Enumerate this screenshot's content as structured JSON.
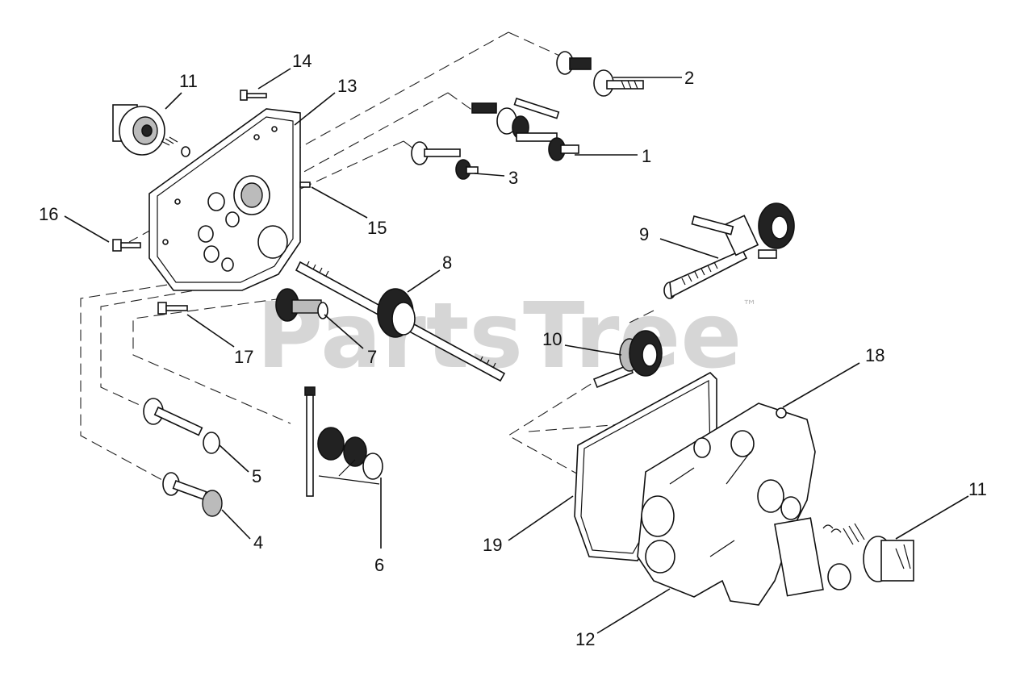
{
  "watermark": {
    "text": "PartsTree",
    "trademark": "™"
  },
  "callouts": [
    {
      "id": "c1",
      "label": "1"
    },
    {
      "id": "c2",
      "label": "2"
    },
    {
      "id": "c3",
      "label": "3"
    },
    {
      "id": "c4",
      "label": "4"
    },
    {
      "id": "c5",
      "label": "5"
    },
    {
      "id": "c6",
      "label": "6"
    },
    {
      "id": "c7",
      "label": "7"
    },
    {
      "id": "c8",
      "label": "8"
    },
    {
      "id": "c9",
      "label": "9"
    },
    {
      "id": "c10",
      "label": "10"
    },
    {
      "id": "c11a",
      "label": "11"
    },
    {
      "id": "c11b",
      "label": "11"
    },
    {
      "id": "c12",
      "label": "12"
    },
    {
      "id": "c13",
      "label": "13"
    },
    {
      "id": "c14",
      "label": "14"
    },
    {
      "id": "c15",
      "label": "15"
    },
    {
      "id": "c16",
      "label": "16"
    },
    {
      "id": "c17",
      "label": "17"
    },
    {
      "id": "c18",
      "label": "18"
    },
    {
      "id": "c19",
      "label": "19"
    }
  ]
}
